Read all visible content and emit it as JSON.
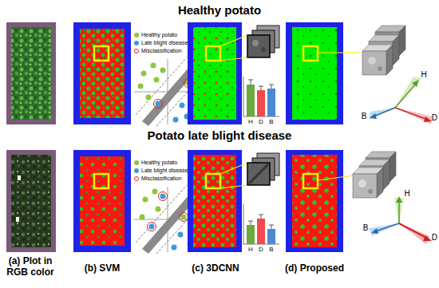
{
  "diagram": {
    "labels": [
      "Healthy potato",
      "H",
      "D",
      "B",
      "H",
      "B",
      "D",
      "Potato late blight disease",
      "H",
      "D",
      "B",
      "H",
      "B",
      "D",
      "(a) Plot in RGB color",
      "(b) SVM",
      "(c) 3DCNN",
      "(d) Proposed"
    ],
    "legend": [
      {
        "text": "Healthy potato",
        "color": "#8dc63f"
      },
      {
        "text": "Late blight disease",
        "color": "#3b9ad9"
      },
      {
        "text": "Misclassification"
      },
      {
        "text": "Healthy potato",
        "color": "#8dc63f"
      },
      {
        "text": "Late blight disease",
        "color": "#3b9ad9"
      },
      {
        "text": "Misclassification"
      }
    ]
  }
}
